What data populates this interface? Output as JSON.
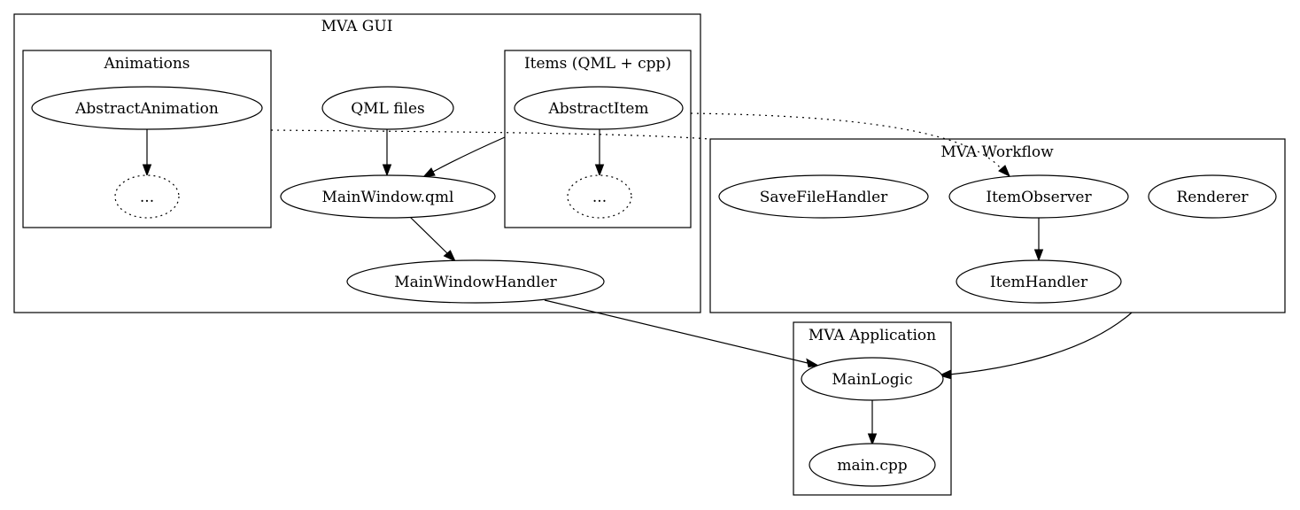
{
  "clusters": {
    "gui": {
      "title": "MVA GUI"
    },
    "animations": {
      "title": "Animations"
    },
    "items": {
      "title": "Items (QML + cpp)"
    },
    "workflow": {
      "title": "MVA Workflow"
    },
    "application": {
      "title": "MVA Application"
    }
  },
  "nodes": {
    "abstract_animation": {
      "label": "AbstractAnimation"
    },
    "animation_more": {
      "label": "..."
    },
    "qml_files": {
      "label": "QML files"
    },
    "main_window_qml": {
      "label": "MainWindow.qml"
    },
    "main_window_handler": {
      "label": "MainWindowHandler"
    },
    "abstract_item": {
      "label": "AbstractItem"
    },
    "item_more": {
      "label": "..."
    },
    "save_file_handler": {
      "label": "SaveFileHandler"
    },
    "item_observer": {
      "label": "ItemObserver"
    },
    "renderer": {
      "label": "Renderer"
    },
    "item_handler": {
      "label": "ItemHandler"
    },
    "main_logic": {
      "label": "MainLogic"
    },
    "main_cpp": {
      "label": "main.cpp"
    }
  },
  "edges": [
    {
      "from": "abstract_animation",
      "to": "animation_more",
      "style": "solid"
    },
    {
      "from": "qml_files",
      "to": "main_window_qml",
      "style": "solid"
    },
    {
      "from": "items_cluster",
      "to": "main_window_qml",
      "style": "solid"
    },
    {
      "from": "abstract_item",
      "to": "item_more",
      "style": "solid"
    },
    {
      "from": "main_window_qml",
      "to": "main_window_handler",
      "style": "solid"
    },
    {
      "from": "main_window_handler",
      "to": "main_logic",
      "style": "solid"
    },
    {
      "from": "workflow_cluster",
      "to": "main_logic",
      "style": "solid"
    },
    {
      "from": "item_observer",
      "to": "item_handler",
      "style": "solid"
    },
    {
      "from": "main_logic",
      "to": "main_cpp",
      "style": "solid"
    },
    {
      "from": "abstract_item",
      "to": "item_observer",
      "style": "dotted"
    },
    {
      "from": "animations_cluster",
      "to": "workflow_cluster",
      "style": "dotted"
    }
  ]
}
